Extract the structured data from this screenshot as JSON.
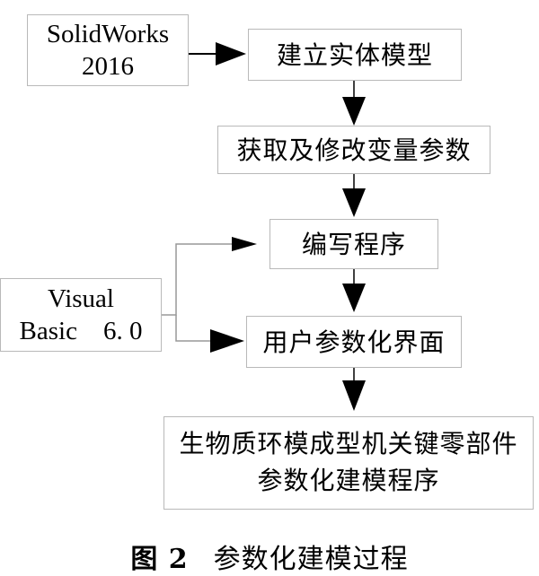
{
  "boxes": {
    "software_top": {
      "line1": "SolidWorks",
      "line2": "2016"
    },
    "step1": "建立实体模型",
    "step2": "获取及修改变量参数",
    "step3": "编写程序",
    "software_left": {
      "line1": "Visual",
      "line2": "Basic　6. 0"
    },
    "step4": "用户参数化界面",
    "step5": {
      "line1": "生物质环模成型机关键零部件",
      "line2": "参数化建模程序"
    }
  },
  "caption": {
    "figure": "图 2",
    "title": "参数化建模过程"
  }
}
